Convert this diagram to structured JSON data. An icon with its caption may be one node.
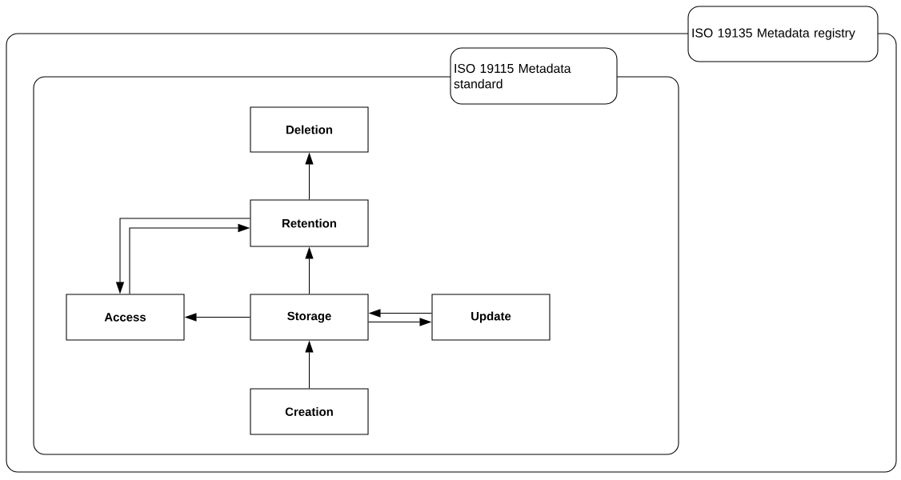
{
  "diagram": {
    "nodes": [
      {
        "text": [
          "ISO 19135 Metadata registry"
        ]
      },
      {
        "text": [
          "ISO 19115 Metadata standard"
        ],
        "in": 0
      },
      {
        "text": [
          "Deletion"
        ],
        "in": 1
      },
      {
        "text": [
          "Retention"
        ],
        "in": 1
      },
      {
        "text": [
          "Access"
        ],
        "in": 1
      },
      {
        "text": [
          "Storage"
        ],
        "in": 1
      },
      {
        "text": [
          "Update"
        ],
        "in": 1
      },
      {
        "text": [
          "Creation"
        ],
        "in": 1
      }
    ],
    "edges": [
      {
        "from": 3,
        "to": 2,
        "arrow": "to"
      },
      {
        "from": 5,
        "to": 3,
        "arrow": "to"
      },
      {
        "from": 3,
        "to": 4,
        "arrow": "to"
      },
      {
        "from": 4,
        "to": 3,
        "arrow": "to"
      },
      {
        "from": 5,
        "to": 4,
        "arrow": "to"
      },
      {
        "from": 6,
        "to": 5,
        "arrow": "to"
      },
      {
        "from": 5,
        "to": 6,
        "arrow": "to"
      },
      {
        "from": 7,
        "to": 5,
        "arrow": "to"
      }
    ]
  }
}
